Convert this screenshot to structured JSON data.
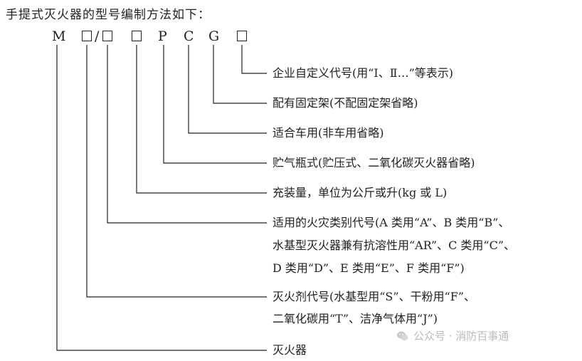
{
  "title": "手提式灭火器的型号编制方法如下：",
  "code": {
    "m": "M",
    "slash": "/",
    "p": "P",
    "c": "C",
    "g": "G"
  },
  "descriptions": {
    "enterprise_code": "企业自定义代号(用“Ⅰ、Ⅱ…”等表示)",
    "fixed_bracket": "配有固定架(不配固定架省略)",
    "vehicle": "适合车用(非车用省略)",
    "cylinder": "贮气瓶式(贮压式、二氧化碳灭火器省略)",
    "fill_amount": "充装量，单位为公斤或升(kg 或 L)",
    "fire_class_1": "适用的火灾类别代号(A 类用“A”、B 类用“B”、",
    "fire_class_2": "水基型灭火器兼有抗溶性用“AR”、C 类用“C”、",
    "fire_class_3": "D 类用“D”、E 类用“E”、F 类用“F”)",
    "agent_1": "灭火剂代号(水基型用“S”、干粉用“F”、",
    "agent_2": "二氧化碳用“T”、洁净气体用“J”)",
    "extinguisher": "灭火器"
  },
  "watermark": "公众号 · 消防百事通",
  "colors": {
    "text": "#222222",
    "line": "#222222",
    "watermark": "#bcbcbc"
  }
}
